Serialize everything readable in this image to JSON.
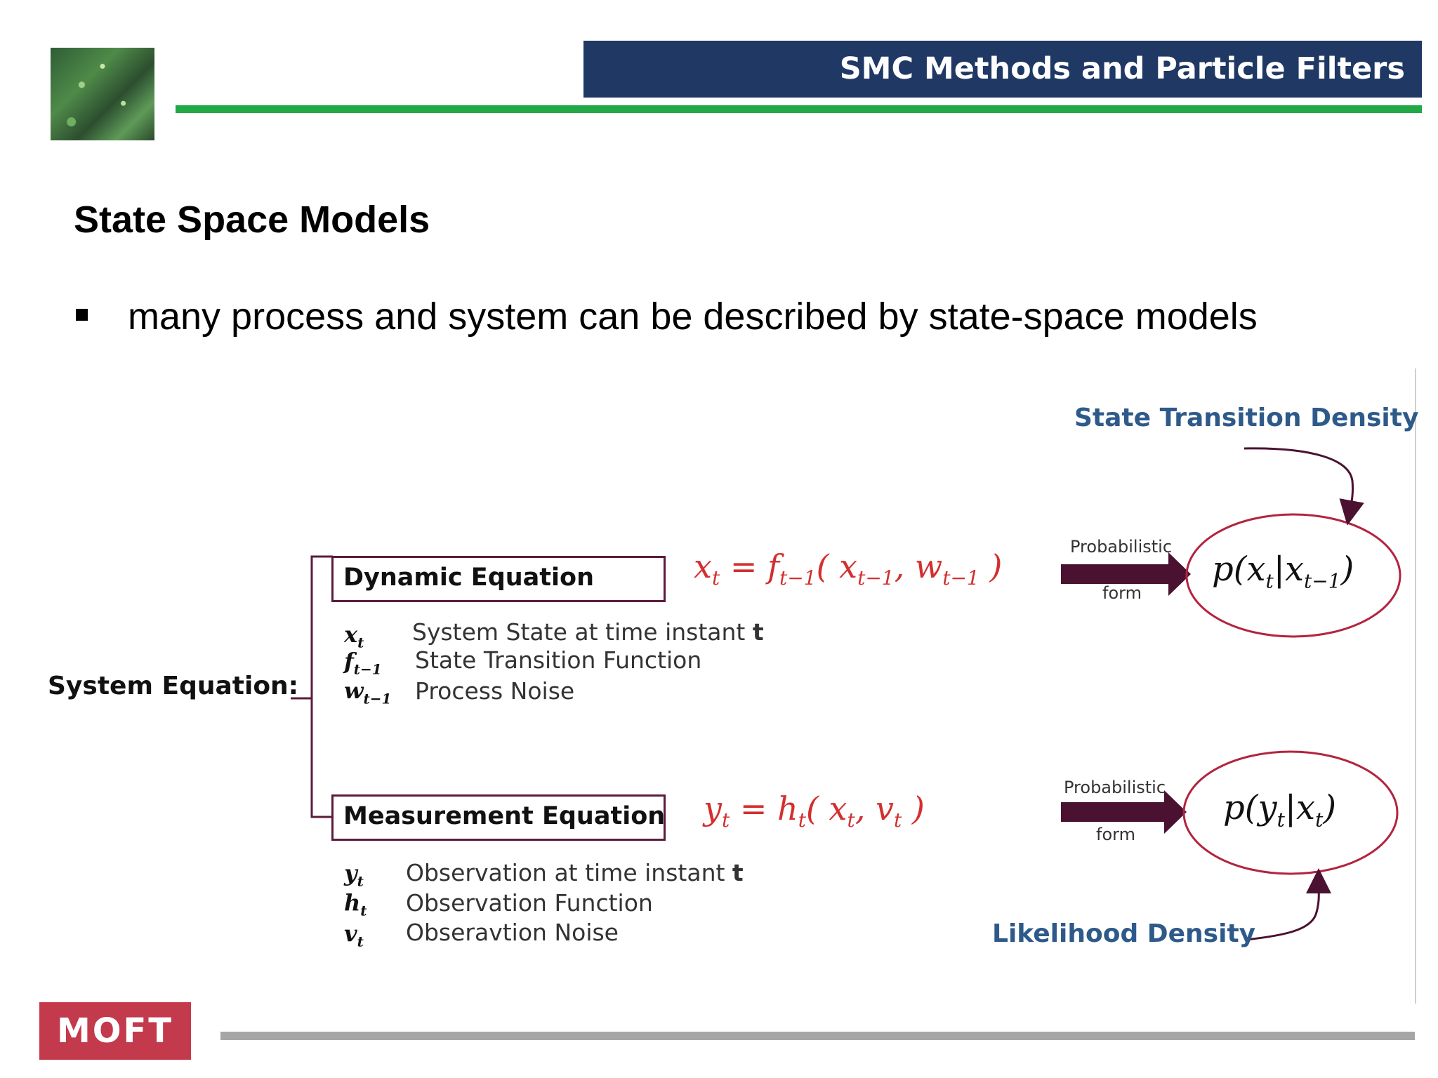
{
  "header": {
    "title": "SMC Methods and Particle Filters"
  },
  "slide": {
    "title": "State Space Models",
    "bullet": "many process and system can be described by state-space models"
  },
  "diagram": {
    "system_label": "System Equation:",
    "dynamic": {
      "box_label": "Dynamic Equation",
      "symbols": [
        {
          "sym": "x",
          "sub": "t",
          "desc": "System State at time instant ",
          "desc_bold": "t"
        },
        {
          "sym": "f",
          "sub": "t−1",
          "desc": "State Transition Function",
          "desc_bold": ""
        },
        {
          "sym": "w",
          "sub": "t−1",
          "desc": "Process Noise",
          "desc_bold": ""
        }
      ]
    },
    "measurement": {
      "box_label": "Measurement  Equation",
      "symbols": [
        {
          "sym": "y",
          "sub": "t",
          "desc": "Observation at time instant ",
          "desc_bold": "t"
        },
        {
          "sym": "h",
          "sub": "t",
          "desc": "Observation Function",
          "desc_bold": ""
        },
        {
          "sym": "v",
          "sub": "t",
          "desc": "Obseravtion Noise",
          "desc_bold": ""
        }
      ]
    },
    "arrow_label_top": "Probabilistic",
    "arrow_label_bottom": "form",
    "state_density_label": "State Transition Density",
    "likelihood_label": "Likelihood Density",
    "colors": {
      "equation": "#d32f2f",
      "bracket": "#5c1b3c",
      "arrow": "#4a1230",
      "ellipse": "#b3243f",
      "density": "#2e5a8a"
    }
  },
  "footer": {
    "logo_text": "MOFT"
  }
}
